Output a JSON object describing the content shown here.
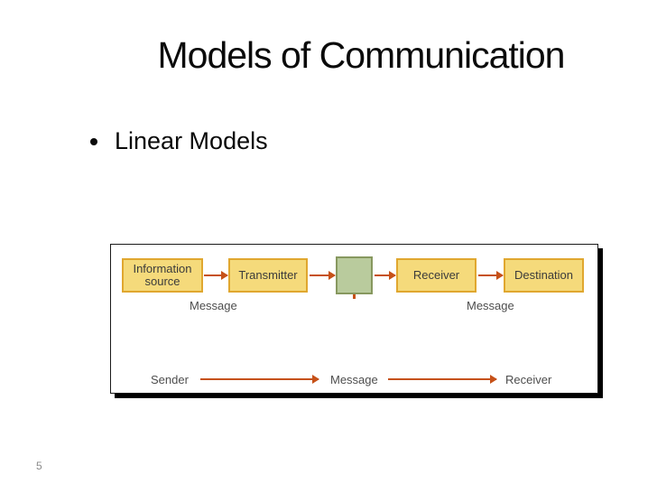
{
  "slide": {
    "title": "Models of Communication",
    "bullet_items": [
      {
        "label": "Linear Models"
      }
    ],
    "page_number": "5"
  },
  "diagram": {
    "boxes": [
      {
        "id": "information-source",
        "label": "Information source"
      },
      {
        "id": "transmitter",
        "label": "Transmitter"
      },
      {
        "id": "channel",
        "label": ""
      },
      {
        "id": "receiver",
        "label": "Receiver"
      },
      {
        "id": "destination",
        "label": "Destination"
      }
    ],
    "message_label_left": "Message",
    "message_label_right": "Message",
    "bottom_flow": {
      "sender": "Sender",
      "message": "Message",
      "receiver": "Receiver"
    },
    "colors": {
      "box_fill": "#F5DA7B",
      "box_border": "#E0A72F",
      "channel_fill": "#B9CB9D",
      "channel_border": "#87985F",
      "arrow": "#C65118",
      "diagram_text": "#4D4D4D"
    }
  }
}
